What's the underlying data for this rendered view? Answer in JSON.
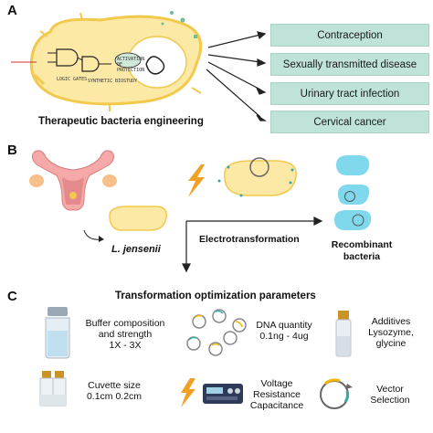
{
  "panelA": {
    "letter": "A",
    "caption": "Therapeutic bacteria engineering",
    "sketch_labels": {
      "logic_gates": "LOGIC GATES",
      "synthetic_bio": "SYNTHETIC BIOSTUDY",
      "activation": "ACTIVATION OF PROTECTION"
    },
    "applications": [
      "Contraception",
      "Sexually transmitted disease",
      "Urinary tract infection",
      "Cervical cancer"
    ]
  },
  "panelB": {
    "letter": "B",
    "organism": "L. jensenii",
    "process": "Electrotransformation",
    "result_line1": "Recombinant",
    "result_line2": "bacteria"
  },
  "panelC": {
    "letter": "C",
    "title": "Transformation optimization parameters",
    "buffer": [
      "Buffer composition",
      "and strength",
      "1X - 3X"
    ],
    "dna": [
      "DNA quantity",
      "0.1ng - 4ug"
    ],
    "additives": [
      "Additives",
      "Lysozyme,",
      "glycine"
    ],
    "cuvette": [
      "Cuvette size",
      "0.1cm 0.2cm"
    ],
    "voltage": [
      "Voltage",
      "Resistance",
      "Capacitance"
    ],
    "vector": [
      "Vector",
      "Selection"
    ]
  },
  "colors": {
    "teal_box": "#bfe3d8",
    "bacteria_yellow": "#fde9a6",
    "bacteria_outline": "#f2c94c",
    "cyan_cell": "#7fd8ec",
    "lightning": "#f0a022",
    "uterus_pink": "#f5a9a9"
  }
}
